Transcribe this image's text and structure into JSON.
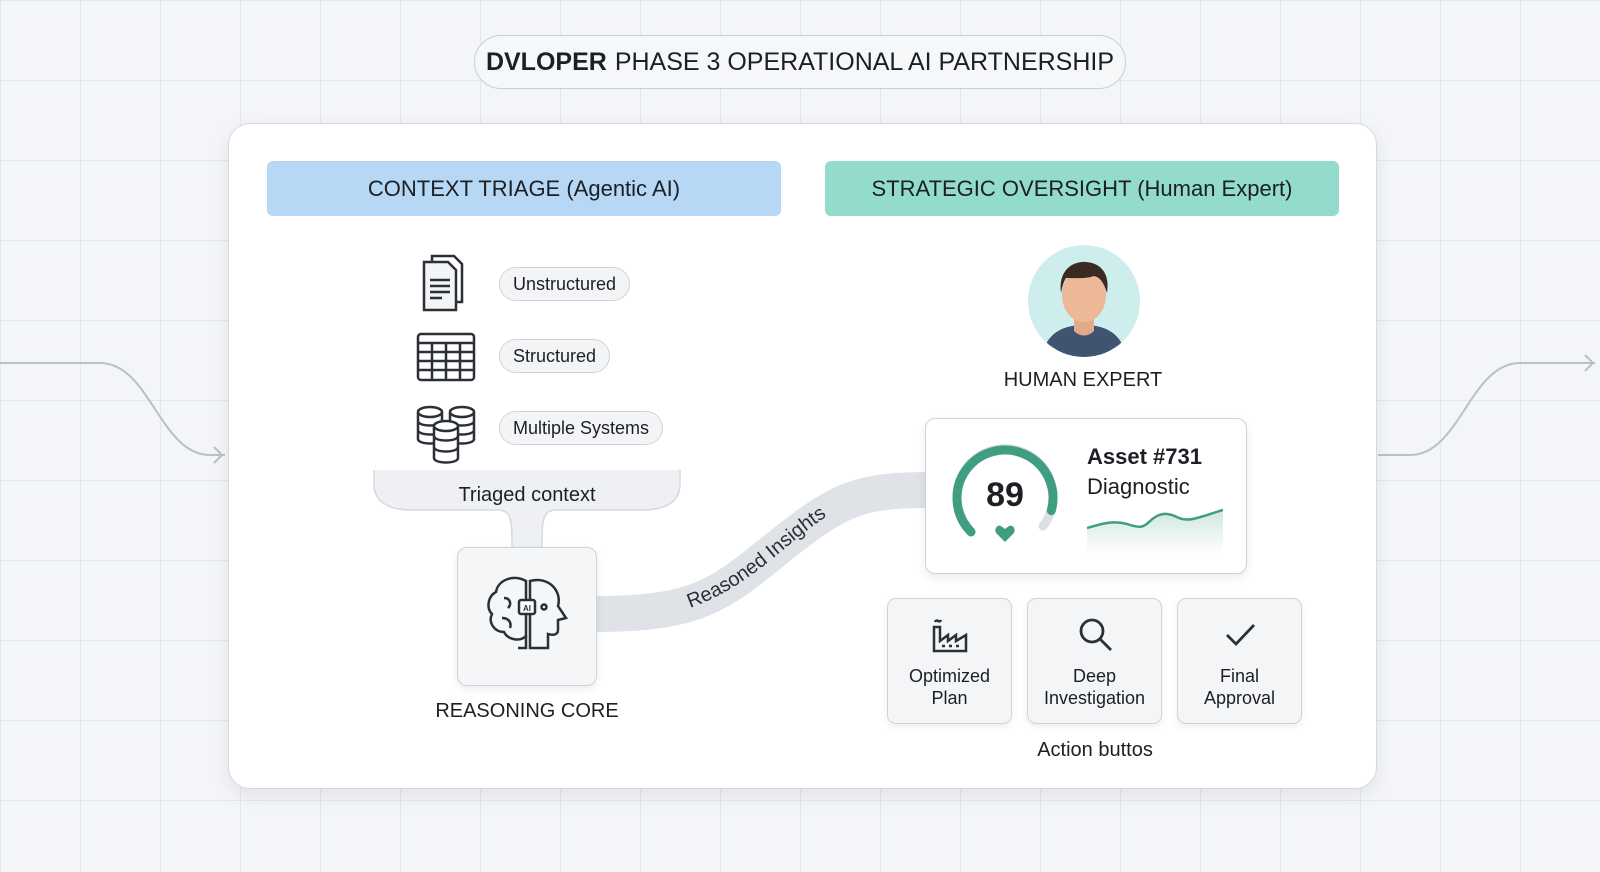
{
  "title": {
    "brand": "DVLOPER",
    "rest": "PHASE 3 OPERATIONAL AI PARTNERSHIP"
  },
  "left": {
    "header": "CONTEXT TRIAGE (Agentic AI)",
    "sources": [
      {
        "label": "Unstructured",
        "icon": "document-icon"
      },
      {
        "label": "Structured",
        "icon": "table-icon"
      },
      {
        "label": "Multiple Systems",
        "icon": "database-icon"
      }
    ],
    "triaged_label": "Triaged context",
    "core_label": "REASONING CORE",
    "core_icon_text": "AI",
    "flow_label": "Reasoned Insights"
  },
  "right": {
    "header": "STRATEGIC OVERSIGHT (Human Expert)",
    "human_label": "HUMAN EXPERT",
    "diagnostic": {
      "score": "89",
      "score_fraction": 0.89,
      "asset": "Asset #731",
      "subtitle": "Diagnostic"
    },
    "actions": [
      {
        "line1": "Optimized",
        "line2": "Plan",
        "icon": "factory-icon"
      },
      {
        "line1": "Deep",
        "line2": "Investigation",
        "icon": "search-icon"
      },
      {
        "line1": "Final",
        "line2": "Approval",
        "icon": "check-icon"
      }
    ],
    "actions_label": "Action buttos"
  },
  "colors": {
    "accent": "#3f9e82",
    "left_header": "#b6d8f5",
    "right_header": "#93dccd"
  }
}
